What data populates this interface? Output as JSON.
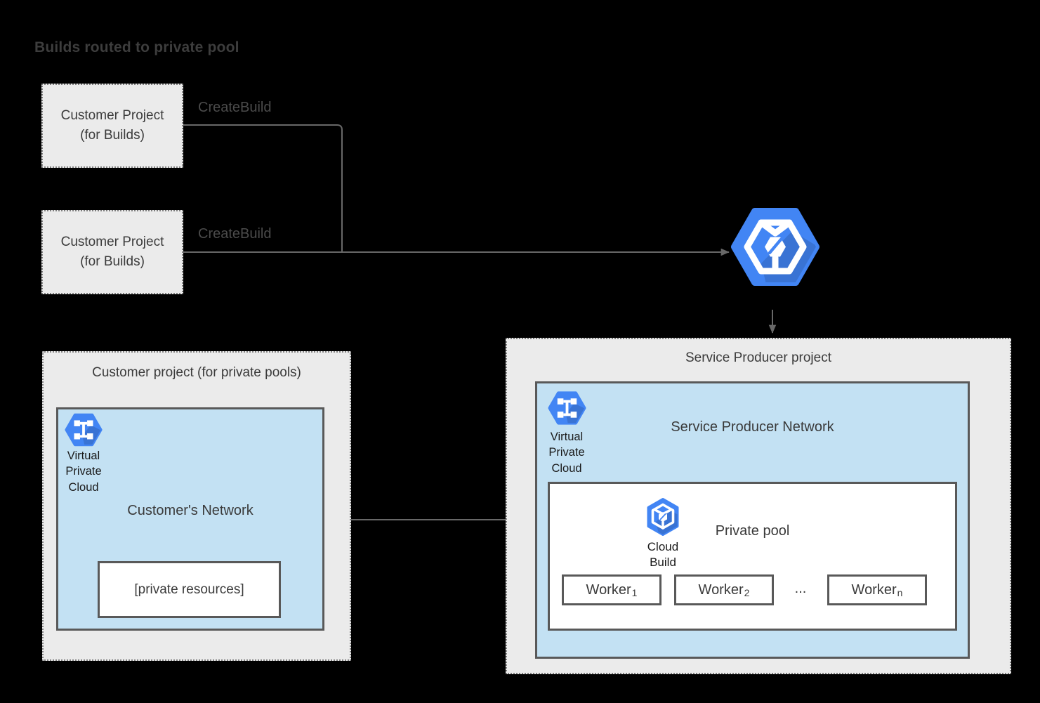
{
  "title": "Builds routed to private pool",
  "colors": {
    "background": "#000000",
    "box_fill": "#ebebeb",
    "network_fill": "#c3e1f3",
    "google_blue": "#4285f4",
    "border_dark": "#595959",
    "connector_gray": "#686868",
    "text_dark": "#3d3d3d"
  },
  "icons": {
    "cloud_build": "cloud-build-hexagon-icon",
    "vpc": "virtual-private-cloud-hexagon-icon"
  },
  "build_projects": [
    {
      "label": "Customer Project (for Builds)",
      "action": "CreateBuild"
    },
    {
      "label": "Customer Project (for Builds)",
      "action": "CreateBuild"
    }
  ],
  "customer_pool_project": {
    "title": "Customer project (for private pools)",
    "vpc_icon_label": [
      "Virtual",
      "Private",
      "Cloud"
    ],
    "network_title": "Customer's Network",
    "private_resources_label": "[private resources]"
  },
  "service_producer_project": {
    "title": "Service Producer project",
    "vpc_icon_label": [
      "Virtual",
      "Private",
      "Cloud"
    ],
    "network_title": "Service Producer Network",
    "private_pool": {
      "title": "Private pool",
      "icon_label": [
        "Cloud",
        "Build"
      ],
      "ellipsis": "...",
      "workers": [
        {
          "label": "Worker",
          "subscript": "1"
        },
        {
          "label": "Worker",
          "subscript": "2"
        },
        {
          "label": "Worker",
          "subscript": "n"
        }
      ]
    }
  }
}
